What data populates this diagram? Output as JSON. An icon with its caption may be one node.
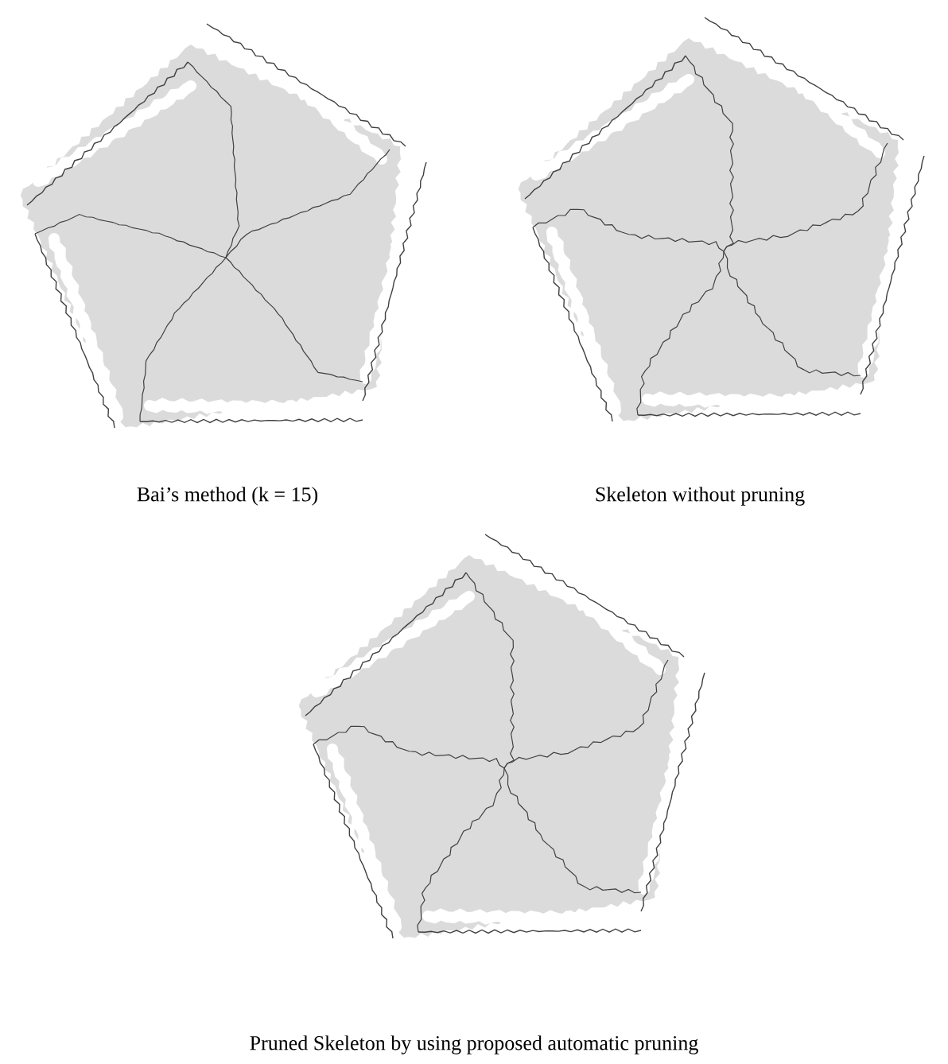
{
  "diagram": {
    "labels": [
      "Bai’s method (k = 15)",
      "Skeleton without pruning",
      "Pruned Skeleton by using proposed automatic pruning"
    ]
  }
}
